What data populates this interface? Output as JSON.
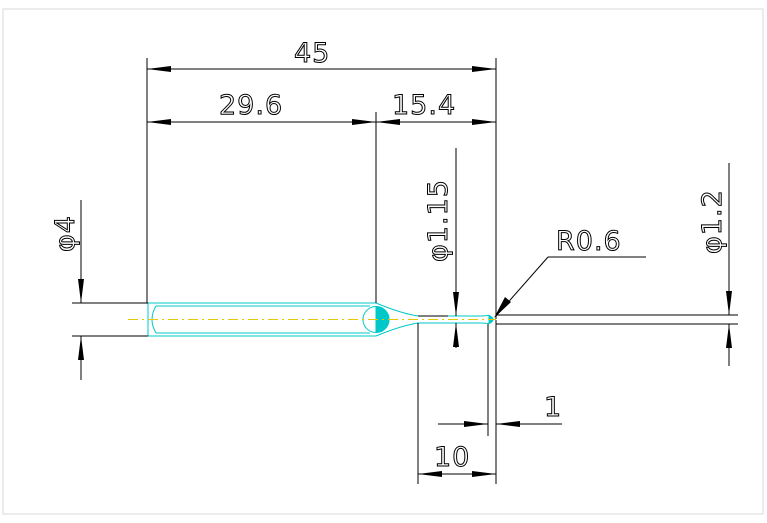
{
  "dimensions": {
    "overall_length": "45",
    "shank_length": "29.6",
    "neck_length": "15.4",
    "shank_diameter": "φ4",
    "neck_diameter": "φ1.15",
    "tip_radius": "R0.6",
    "tip_diameter": "φ1.2",
    "flute_length": "10",
    "tip_offset": "1"
  },
  "colors": {
    "dimension_lines": "#000000",
    "tool_outline": "#00c8c8",
    "centerline": "#e6c800",
    "background": "#ffffff"
  }
}
